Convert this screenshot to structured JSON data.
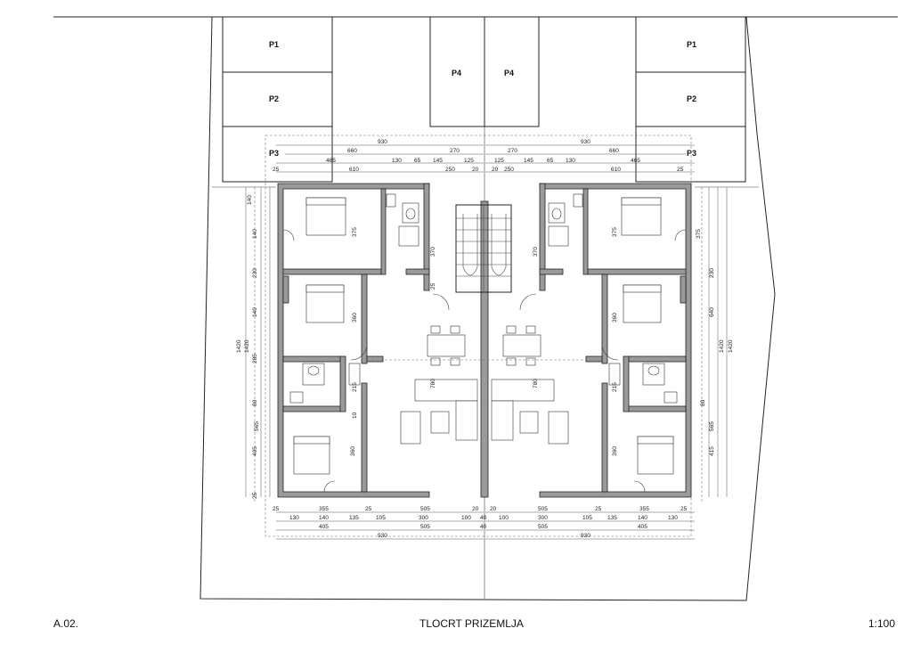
{
  "title_block": {
    "sheet": "A.02.",
    "title": "TLOCRT PRIZEMLJA",
    "scale": "1:100"
  },
  "parking": {
    "p1": "P1",
    "p2": "P2",
    "p3": "P3",
    "p4": "P4"
  },
  "dims_top": {
    "overall_930": "930",
    "d660": "660",
    "d270": "270",
    "d465": "465",
    "d130": "130",
    "d65": "65",
    "d145": "145",
    "d125": "125",
    "d25": "25",
    "d610": "610",
    "d250": "250",
    "d20": "20"
  },
  "dims_bottom": {
    "d355": "355",
    "d505": "505",
    "d20": "20",
    "d25": "25",
    "d130": "130",
    "d140": "140",
    "d135": "135",
    "d105": "105",
    "d300": "300",
    "d100": "100",
    "d40": "40",
    "d405": "405",
    "overall_930": "930"
  },
  "dims_side": {
    "d140": "140",
    "d375": "375",
    "d230": "230",
    "d360": "360",
    "d285": "285",
    "d215": "215",
    "d80": "80",
    "d565": "565",
    "d405": "405",
    "d415": "415",
    "d640": "640",
    "d1420": "1420",
    "d1420b": "1420",
    "d25": "25",
    "d370": "370",
    "d10": "10",
    "d780": "780"
  }
}
